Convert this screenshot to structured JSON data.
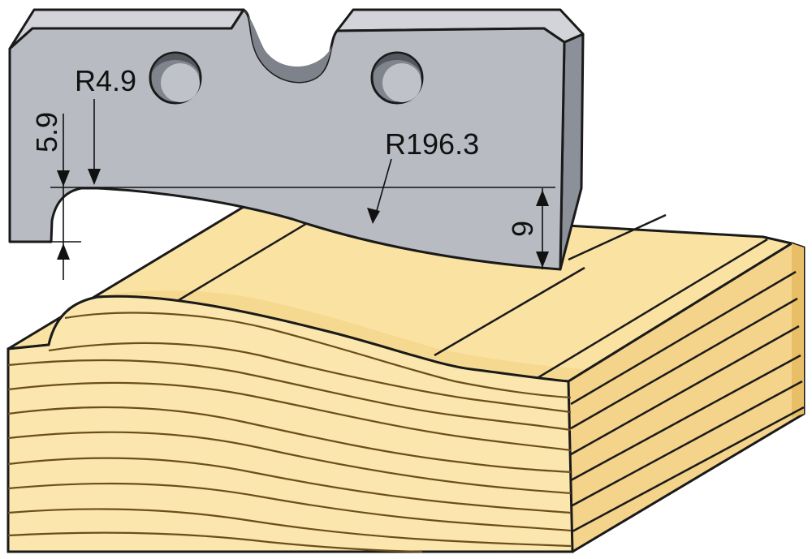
{
  "dimensions": {
    "fillet_radius": "R4.9",
    "profile_radius": "R196.3",
    "step_height": "5.9",
    "profile_depth": "9"
  },
  "colors": {
    "blade_face": "#b7bac1",
    "blade_side": "#8a8e96",
    "blade_top": "#d4d6db",
    "wood_light": "#fbe4a4",
    "wood_mid": "#f5d488",
    "wood_dark": "#e9c16a",
    "wood_line": "#7a5a20",
    "outline": "#1a1a1a"
  }
}
